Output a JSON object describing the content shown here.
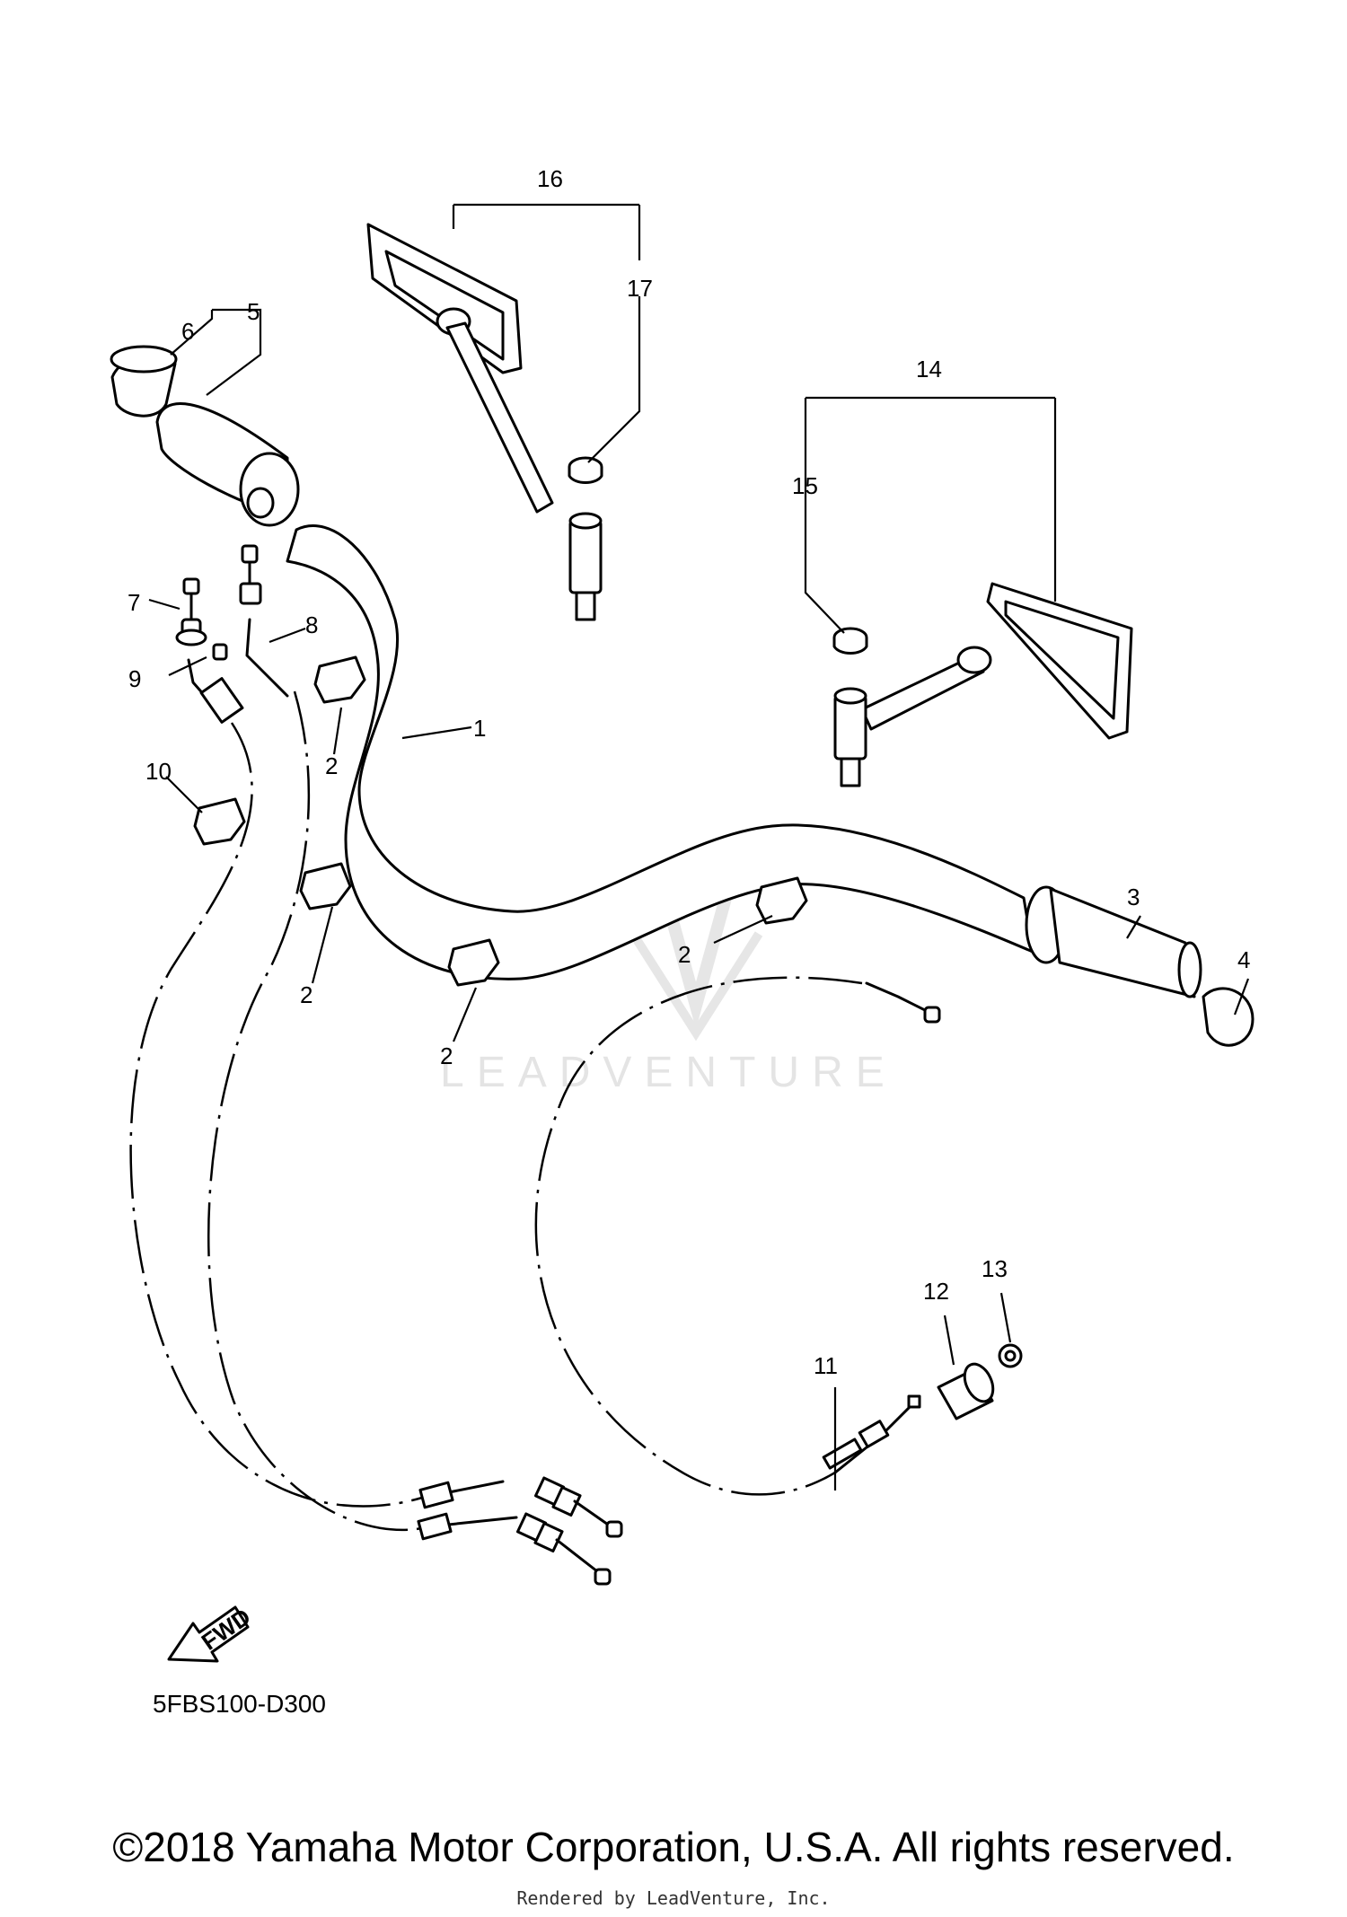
{
  "diagram": {
    "callouts": {
      "c1": "1",
      "c2a": "2",
      "c2b": "2",
      "c2c": "2",
      "c2d": "2",
      "c3": "3",
      "c4": "4",
      "c5": "5",
      "c6": "6",
      "c7": "7",
      "c8": "8",
      "c9": "9",
      "c10": "10",
      "c11": "11",
      "c12": "12",
      "c13": "13",
      "c14": "14",
      "c15": "15",
      "c16": "16",
      "c17": "17"
    },
    "fwd_label": "FWD",
    "diagram_code": "5FBS100-D300",
    "watermark": "LEADVENTURE"
  },
  "footer": {
    "copyright": "©2018 Yamaha Motor Corporation, U.S.A. All rights reserved.",
    "rendered_by": "Rendered by LeadVenture, Inc."
  }
}
